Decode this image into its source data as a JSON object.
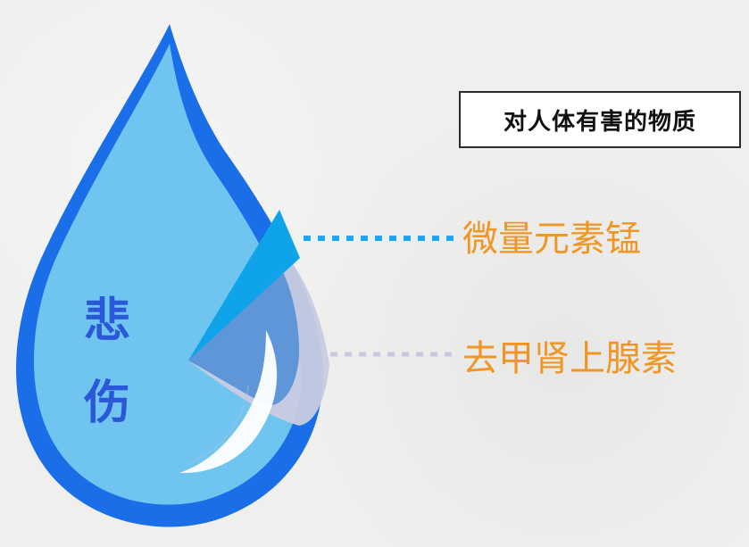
{
  "title": "对人体有害的物质",
  "drop": {
    "line1": "悲",
    "line2": "伤"
  },
  "items": [
    {
      "label": "微量元素锰"
    },
    {
      "label": "去甲肾上腺素"
    }
  ],
  "colors": {
    "drop_outline": "#1a6fe8",
    "drop_fill": "#6fc5ef",
    "drop_shade": "#0d4fd3",
    "wedge_blue": "#0fa3ea",
    "wedge_gray": "#c8cbe0",
    "wedge_mid": "#5f96d8",
    "connector_1": "#20a6e8",
    "connector_2": "#c7c9e0",
    "label_orange": "#ef9624",
    "drop_text": "#2b58d8"
  }
}
